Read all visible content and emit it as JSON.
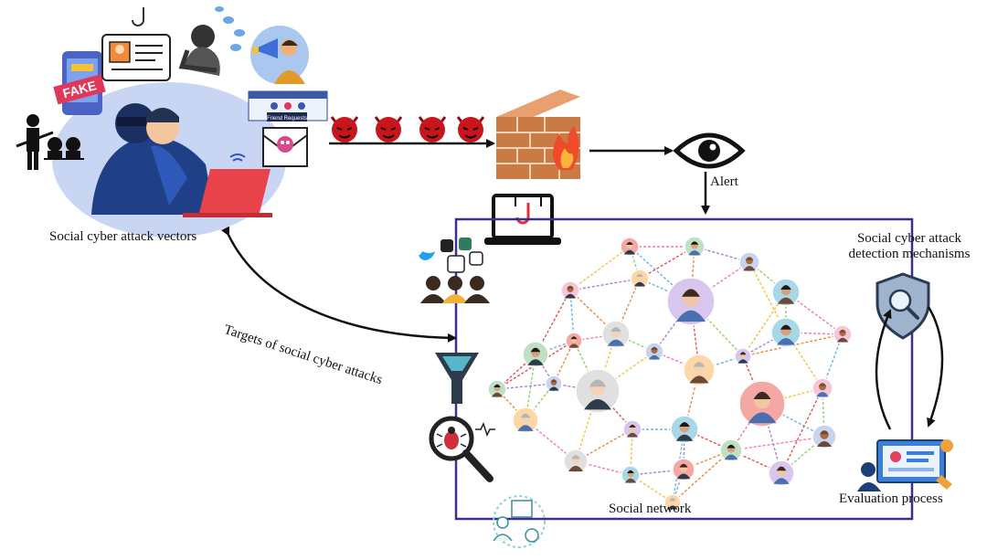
{
  "labels": {
    "attack_vectors": "Social cyber attack vectors",
    "targets": "Targets of social cyber attacks",
    "alert": "Alert",
    "detection_line1": "Social cyber attack",
    "detection_line2": "detection mechanisms",
    "social_network": "Social network",
    "evaluation": "Evaluation process"
  },
  "icon_text": {
    "fake_badge": "FAKE",
    "phishing_popup": "Friend Requests"
  },
  "colors": {
    "box_border": "#3b2f8f",
    "arrow": "#111111",
    "cloud": "#c9d6f3",
    "devil": "#c8141a",
    "brick": "#c97a45",
    "laptop_red": "#e8434a"
  },
  "icons": [
    "hacker-with-laptop-icon",
    "fake-profile-phone-icon",
    "id-card-hook-icon",
    "sad-person-icon",
    "megaphone-person-icon",
    "phishing-email-icon",
    "friend-request-popup-icon",
    "armed-hackers-icon",
    "devil-icon",
    "firewall-icon",
    "fire-icon",
    "eye-icon",
    "laptop-hook-icon",
    "twitter-icon",
    "users-group-icon",
    "filter-funnel-icon",
    "bug-magnifier-icon",
    "shield-search-icon",
    "dashboard-screen-icon",
    "support-people-icon",
    "avatar-icon"
  ]
}
